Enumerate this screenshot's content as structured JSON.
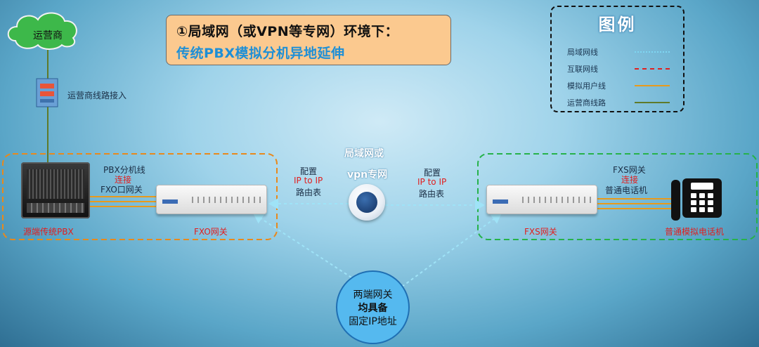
{
  "title": {
    "line1": "①局域网（或VPN等专网）环境下：",
    "line2": "传统PBX模拟分机异地延伸"
  },
  "legend": {
    "title": "图例",
    "items": [
      {
        "label": "局域网线",
        "color": "#7fd6f2",
        "style": "dotted"
      },
      {
        "label": "互联网线",
        "color": "#e02020",
        "style": "dashed"
      },
      {
        "label": "模拟用户线",
        "color": "#e89a1c",
        "style": "solid"
      },
      {
        "label": "运营商线路",
        "color": "#5f7a2a",
        "style": "solid"
      }
    ]
  },
  "carrier": {
    "cloud_label": "运营商",
    "access_label": "运营商线路接入"
  },
  "left_site": {
    "pbx_label": "源端传统PBX",
    "gateway_label": "FXO网关",
    "link_line1": "PBX分机线",
    "link_line2": "连接",
    "link_line3": "FXO口网关",
    "config_line1": "配置",
    "config_line2": "IP to IP",
    "config_line3": "路由表",
    "border_color": "#e8891c"
  },
  "network": {
    "line1": "局域网或",
    "line2": "vpn专网"
  },
  "right_site": {
    "gateway_label": "FXS网关",
    "phone_label": "普通模拟电话机",
    "link_line1": "FXS网关",
    "link_line2": "连接",
    "link_line3": "普通电话机",
    "config_line1": "配置",
    "config_line2": "IP to IP",
    "config_line3": "路由表",
    "border_color": "#26b24a"
  },
  "requirement": {
    "line1": "两端网关",
    "line2": "均具备",
    "line3": "固定IP地址"
  }
}
